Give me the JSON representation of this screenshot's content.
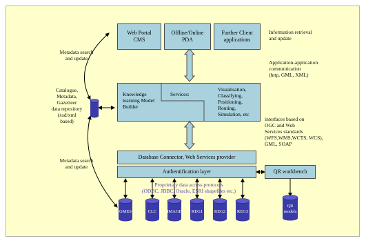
{
  "colors": {
    "background": "#ffffcc",
    "box_fill": "#a9d2de",
    "cylinder_fill": "#3a3aa8",
    "protocol_text": "#5a3fb0"
  },
  "top_boxes": [
    {
      "label": "Web Portal\nCMS"
    },
    {
      "label": "Offline/Online\nPDA"
    },
    {
      "label": "Further Client\napplications"
    }
  ],
  "knowledge_builder": "Knowledge\nlearning Model\nBuilder",
  "services": {
    "title": "Services:",
    "list": "Visualisation,\nClassifying,\nPositioning,\nRouting,\nSimulation,  etc"
  },
  "database_connector": "Database Connector, Web Services provider",
  "auth_layer": "Authentification layer",
  "qr_workbench": "QR workbench",
  "catalogue": {
    "label": "Catalogue,\nMetadata,\nGazetteer\ndata repository\n(xsd/xml\nbased)"
  },
  "left_notes": [
    "Metadata search\nand update",
    "Metadata search\nand update"
  ],
  "right_notes": [
    "Information retrieval\nand update",
    "Application-application\ncommunication\n(http, GML, XML)",
    "interfaces based on\nOGC and Web\nServices standards\n(WFS,WMS,WCTS, WCS),\nGML, SOAP"
  ],
  "protocols": "Proprietary data access protocols\n(ODBC, JDBC, Oracle, ESRI shapefiles etc.)",
  "databases": [
    "GMES",
    "CLC",
    "IMAGE",
    "REG1",
    "REG2",
    "REG3"
  ],
  "qr_models": "QR\nmodels"
}
